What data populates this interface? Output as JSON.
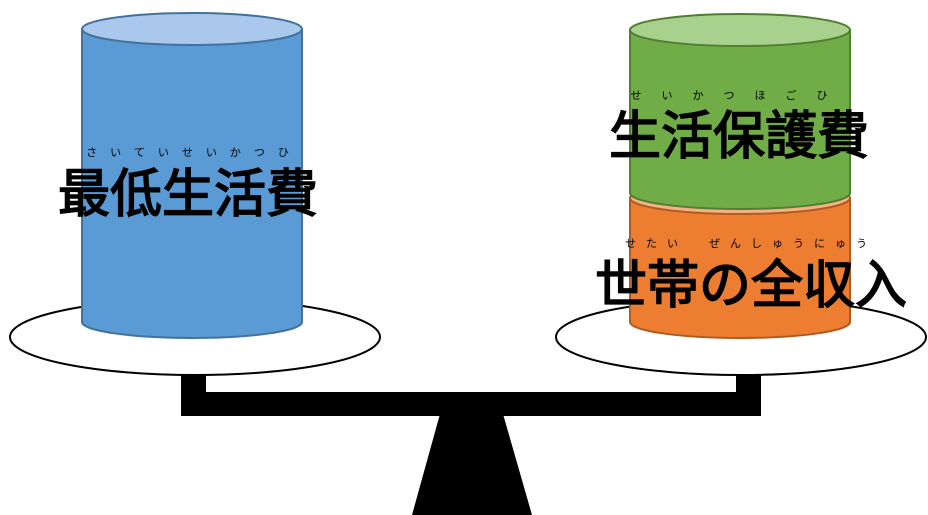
{
  "left_pan": {
    "label": "最低生活費",
    "ruby": [
      "さ",
      "い",
      "て",
      "い",
      "せ",
      "い",
      "か",
      "つ",
      "ひ"
    ],
    "color": "#5b9bd5",
    "top_color": "#a9c8ec"
  },
  "right_pan": {
    "upper": {
      "label": "生活保護費",
      "ruby": [
        "せ",
        "い",
        "か",
        "つ",
        "ほ",
        "ご",
        "ひ"
      ],
      "color": "#70ad47",
      "top_color": "#a9d18e"
    },
    "lower": {
      "label": "世帯の全収入",
      "ruby": [
        "せ",
        "た",
        "い",
        "",
        "ぜ",
        "ん",
        "し",
        "ゅ",
        "う",
        "に",
        "ゅ",
        "う"
      ],
      "color": "#ed7d31",
      "top_color": "#f4b183"
    }
  },
  "scale": {
    "color": "#000000",
    "plate_color": "#ffffff"
  }
}
